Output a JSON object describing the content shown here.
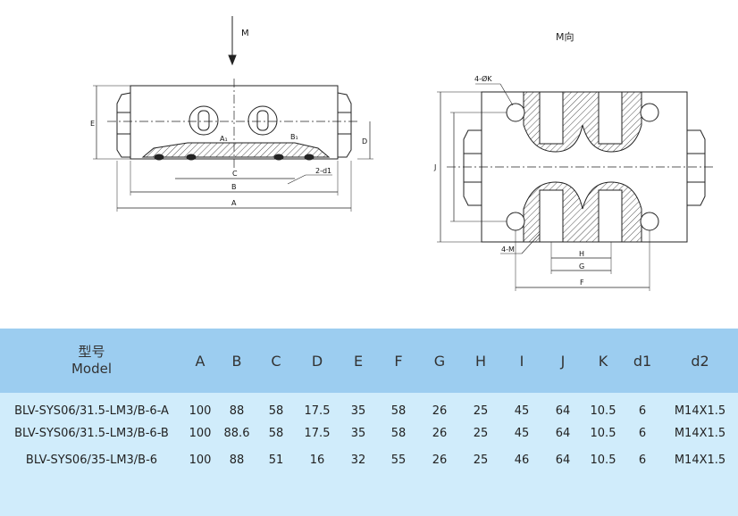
{
  "drawing": {
    "view_label": "M",
    "view_title": "M向",
    "left_view": {
      "labels": {
        "A": "A",
        "B": "B",
        "C": "C",
        "D": "D",
        "E": "E",
        "A1": "A₁",
        "B1": "B₁",
        "d1": "2-d1"
      }
    },
    "right_view": {
      "labels": {
        "K": "4-ØK",
        "M": "4-M",
        "J": "J",
        "H": "H",
        "G": "G",
        "F": "F"
      }
    }
  },
  "table": {
    "header": {
      "model_cn": "型号",
      "model_en": "Model",
      "columns": [
        "A",
        "B",
        "C",
        "D",
        "E",
        "F",
        "G",
        "H",
        "I",
        "J",
        "K",
        "d1",
        "d2"
      ]
    },
    "rows": [
      {
        "model": "BLV-SYS06/31.5-LM3/B-6-A",
        "values": [
          "100",
          "88",
          "58",
          "17.5",
          "35",
          "58",
          "26",
          "25",
          "45",
          "64",
          "10.5",
          "6",
          "M14X1.5"
        ]
      },
      {
        "model": "BLV-SYS06/31.5-LM3/B-6-B",
        "values": [
          "100",
          "88.6",
          "58",
          "17.5",
          "35",
          "58",
          "26",
          "25",
          "45",
          "64",
          "10.5",
          "6",
          "M14X1.5"
        ]
      },
      {
        "model": "BLV-SYS06/35-LM3/B-6",
        "values": [
          "100",
          "88",
          "51",
          "16",
          "32",
          "55",
          "26",
          "25",
          "46",
          "64",
          "10.5",
          "6",
          "M14X1.5"
        ]
      }
    ]
  }
}
